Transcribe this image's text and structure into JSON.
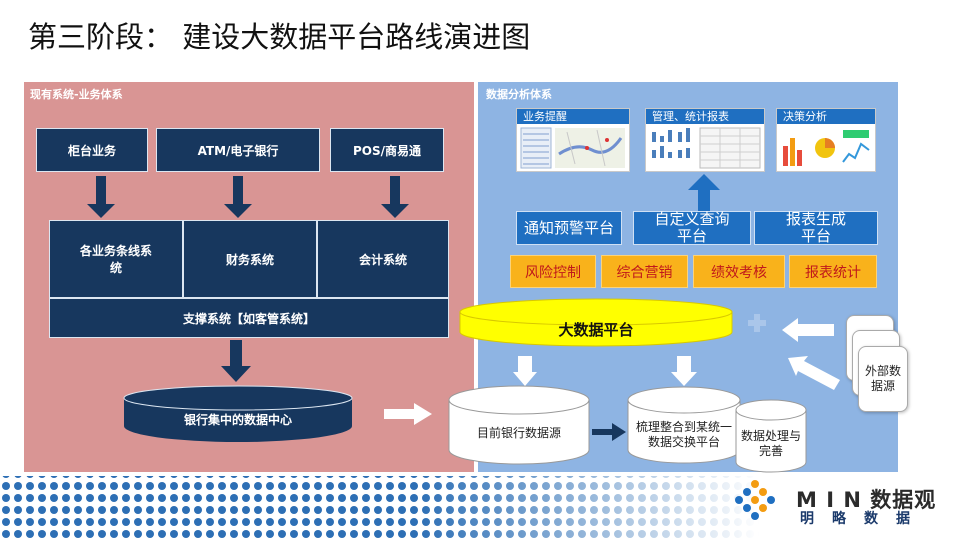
{
  "title": "第三阶段： 建设大数据平台路线演进图",
  "left": {
    "label": "现有系统-业务体系",
    "top_boxes": [
      "柜台业务",
      "ATM/电子银行",
      "POS/商易通"
    ],
    "mid_boxes": [
      "各业务条线系统",
      "财务系统",
      "会计系统"
    ],
    "support": "支撑系统【如客管系统】",
    "datacenter": "银行集中的数据中心"
  },
  "right": {
    "label": "数据分析体系",
    "thumbs": [
      "业务提醒",
      "管理、统计报表",
      "决策分析"
    ],
    "platforms": [
      "通知预警平台",
      "自定义查询平台",
      "报表生成平台"
    ],
    "apps": [
      "风险控制",
      "综合营销",
      "绩效考核",
      "报表统计"
    ],
    "bigdata": "大数据平台",
    "current_source": "目前银行数据源",
    "exchange": "梳理整合到某统一数据交换平台",
    "processing": "数据处理与完善",
    "external": "外部数据源"
  },
  "logo": {
    "main": "M I N 数据观",
    "sub": "明略数据"
  },
  "colors": {
    "left_panel": "#d99594",
    "right_panel": "#8eb4e3",
    "navy": "#17375e",
    "blue": "#1f6fc1",
    "orange": "#f9b21b",
    "orange_text": "#c0181b",
    "bigdata_yellow": "#ffff00"
  }
}
